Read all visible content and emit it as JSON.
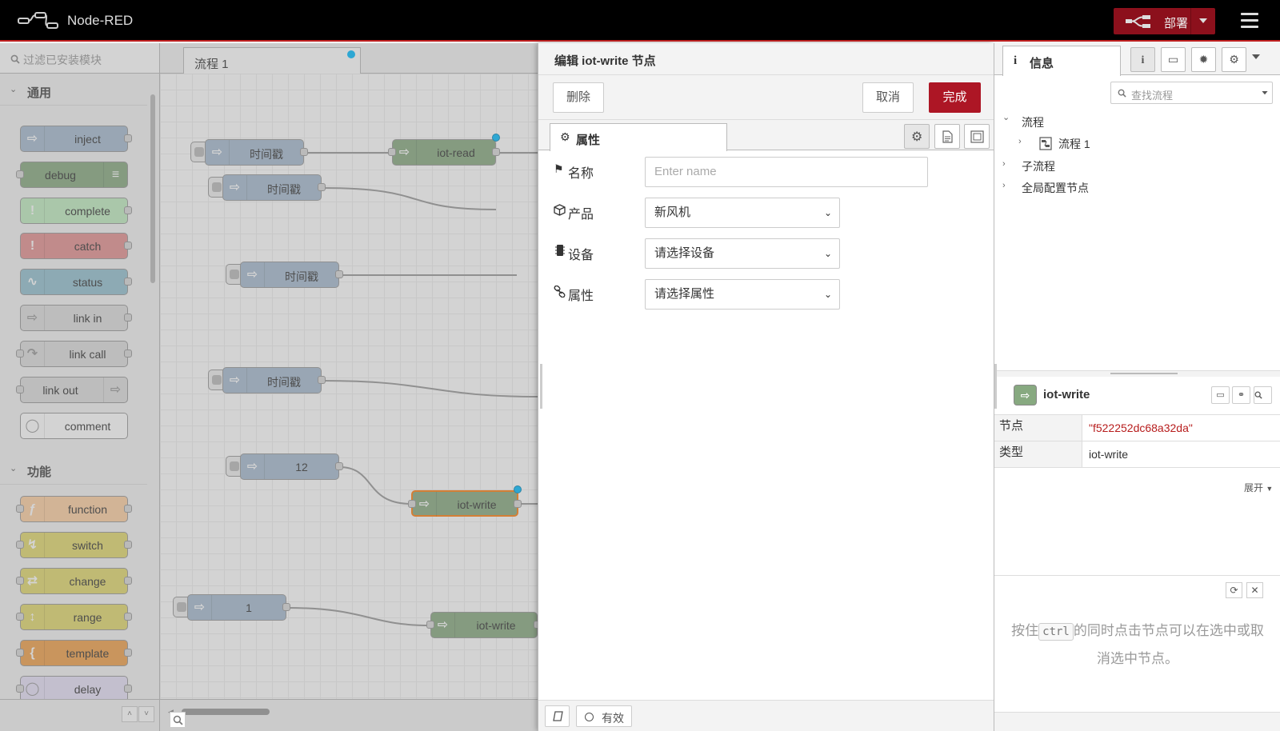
{
  "header": {
    "app_title": "Node-RED",
    "deploy_label": "部署"
  },
  "palette": {
    "search_placeholder": "过滤已安装模块",
    "categories": [
      {
        "label": "通用"
      },
      {
        "label": "功能"
      }
    ],
    "common_nodes": [
      {
        "label": "inject",
        "color": "#a6bbcf"
      },
      {
        "label": "debug",
        "color": "#87a980"
      },
      {
        "label": "complete",
        "color": "#c0edc0"
      },
      {
        "label": "catch",
        "color": "#e49191"
      },
      {
        "label": "status",
        "color": "#94c1d0"
      },
      {
        "label": "link in",
        "color": "#dddddd"
      },
      {
        "label": "link call",
        "color": "#dddddd"
      },
      {
        "label": "link out",
        "color": "#dddddd"
      },
      {
        "label": "comment",
        "color": "#ffffff"
      }
    ],
    "function_nodes": [
      {
        "label": "function",
        "color": "#fdd0a2"
      },
      {
        "label": "switch",
        "color": "#e2d96e"
      },
      {
        "label": "change",
        "color": "#e2d96e"
      },
      {
        "label": "range",
        "color": "#e2d96e"
      },
      {
        "label": "template",
        "color": "#f0a04b"
      },
      {
        "label": "delay",
        "color": "#e6e0f8"
      }
    ]
  },
  "workspace": {
    "tab_label": "流程 1",
    "flow_nodes": [
      {
        "label": "时间戳"
      },
      {
        "label": "iot-read"
      },
      {
        "label": "时间戳"
      },
      {
        "label": "时间戳"
      },
      {
        "label": "时间戳"
      },
      {
        "label": "12"
      },
      {
        "label": "iot-write"
      },
      {
        "label": "1"
      },
      {
        "label": "iot-write"
      }
    ]
  },
  "edit_tray": {
    "title": "编辑 iot-write 节点",
    "delete_label": "删除",
    "cancel_label": "取消",
    "done_label": "完成",
    "tab_label": "属性",
    "fields": {
      "name": {
        "label": "名称",
        "placeholder": "Enter name",
        "value": ""
      },
      "product": {
        "label": "产品",
        "value": "新风机"
      },
      "device": {
        "label": "设备",
        "value": "请选择设备"
      },
      "property": {
        "label": "属性",
        "value": "请选择属性"
      }
    },
    "enabled_label": "有效"
  },
  "sidebar": {
    "tab_label": "信息",
    "search_placeholder": "查找流程",
    "tree": {
      "flows": "流程",
      "flow_1": "流程 1",
      "subflows": "子流程",
      "global_config": "全局配置节点"
    },
    "selected_node": {
      "name": "iot-write",
      "node_key": "节点",
      "node_value": "\"f522252dc68a32da\"",
      "type_key": "类型",
      "type_value": "iot-write"
    },
    "expand_label": "展开",
    "help": {
      "before": "按住",
      "key": "ctrl",
      "after": "的同时点击节点可以在选中或取消选中节点。"
    }
  },
  "colors": {
    "header_bg": "#000000",
    "accent_red": "#ad1625",
    "iot_node": "#87a980",
    "inject_node": "#a6bbcf"
  }
}
